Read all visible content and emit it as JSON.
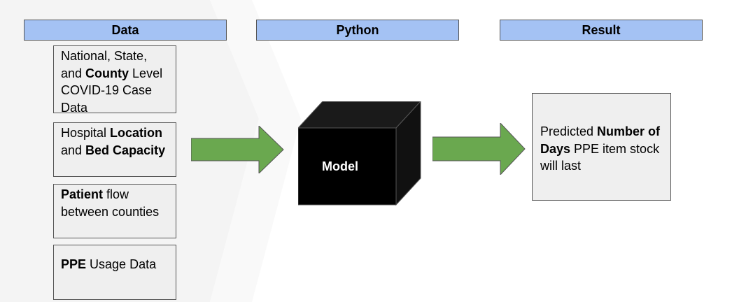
{
  "headers": {
    "data": "Data",
    "python": "Python",
    "result": "Result"
  },
  "data_boxes": [
    {
      "segments": [
        {
          "text": "National, State, and ",
          "bold": false
        },
        {
          "text": "County",
          "bold": true
        },
        {
          "text": " Level COVID-19 Case Data",
          "bold": false
        }
      ]
    },
    {
      "segments": [
        {
          "text": "Hospital ",
          "bold": false
        },
        {
          "text": "Location",
          "bold": true
        },
        {
          "text": " and ",
          "bold": false
        },
        {
          "text": "Bed Capacity",
          "bold": true
        }
      ]
    },
    {
      "segments": [
        {
          "text": "Patient",
          "bold": true
        },
        {
          "text": " flow between counties",
          "bold": false
        }
      ]
    },
    {
      "segments": [
        {
          "text": "PPE",
          "bold": true
        },
        {
          "text": " Usage Data",
          "bold": false
        }
      ]
    }
  ],
  "model": {
    "label": "Model"
  },
  "result_box": {
    "segments": [
      {
        "text": "Predicted ",
        "bold": false
      },
      {
        "text": "Number of Days",
        "bold": true
      },
      {
        "text": " PPE item stock will last",
        "bold": false
      }
    ]
  },
  "colors": {
    "header_fill": "#a4c2f4",
    "box_fill": "#efefef",
    "arrow_fill": "#6aa84f",
    "cube": "#000000"
  },
  "icons": {
    "flow_arrow": "right-arrow-icon",
    "model": "cube-icon"
  }
}
